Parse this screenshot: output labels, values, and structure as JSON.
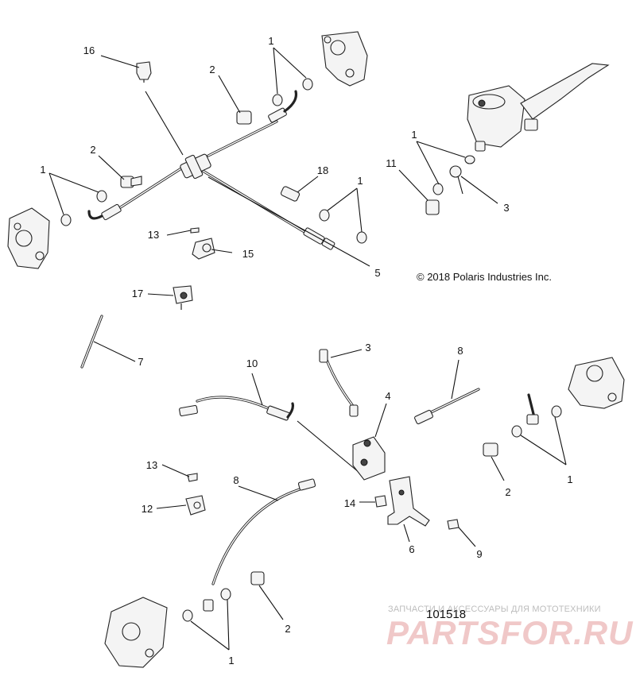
{
  "copyright": "© 2018 Polaris Industries Inc.",
  "figure_id": "101518",
  "watermark": {
    "tagline": "ЗАПЧАСТИ И АКСЕССУАРЫ ДЛЯ МОТОТЕХНИКИ",
    "logo": "PARTSFOR.RU"
  },
  "callouts": {
    "c16": "16",
    "c2a": "2",
    "c1a": "1",
    "c2b": "2",
    "c1b": "1",
    "c18": "18",
    "c1c": "1",
    "c13a": "13",
    "c15": "15",
    "c5": "5",
    "c1d": "1",
    "c11": "11",
    "c3a": "3",
    "c17": "17",
    "c7": "7",
    "c10": "10",
    "c3b": "3",
    "c8a": "8",
    "c4": "4",
    "c2c": "2",
    "c1e": "1",
    "c13b": "13",
    "c12": "12",
    "c8b": "8",
    "c14": "14",
    "c6": "6",
    "c9": "9",
    "c2d": "2",
    "c1f": "1"
  }
}
